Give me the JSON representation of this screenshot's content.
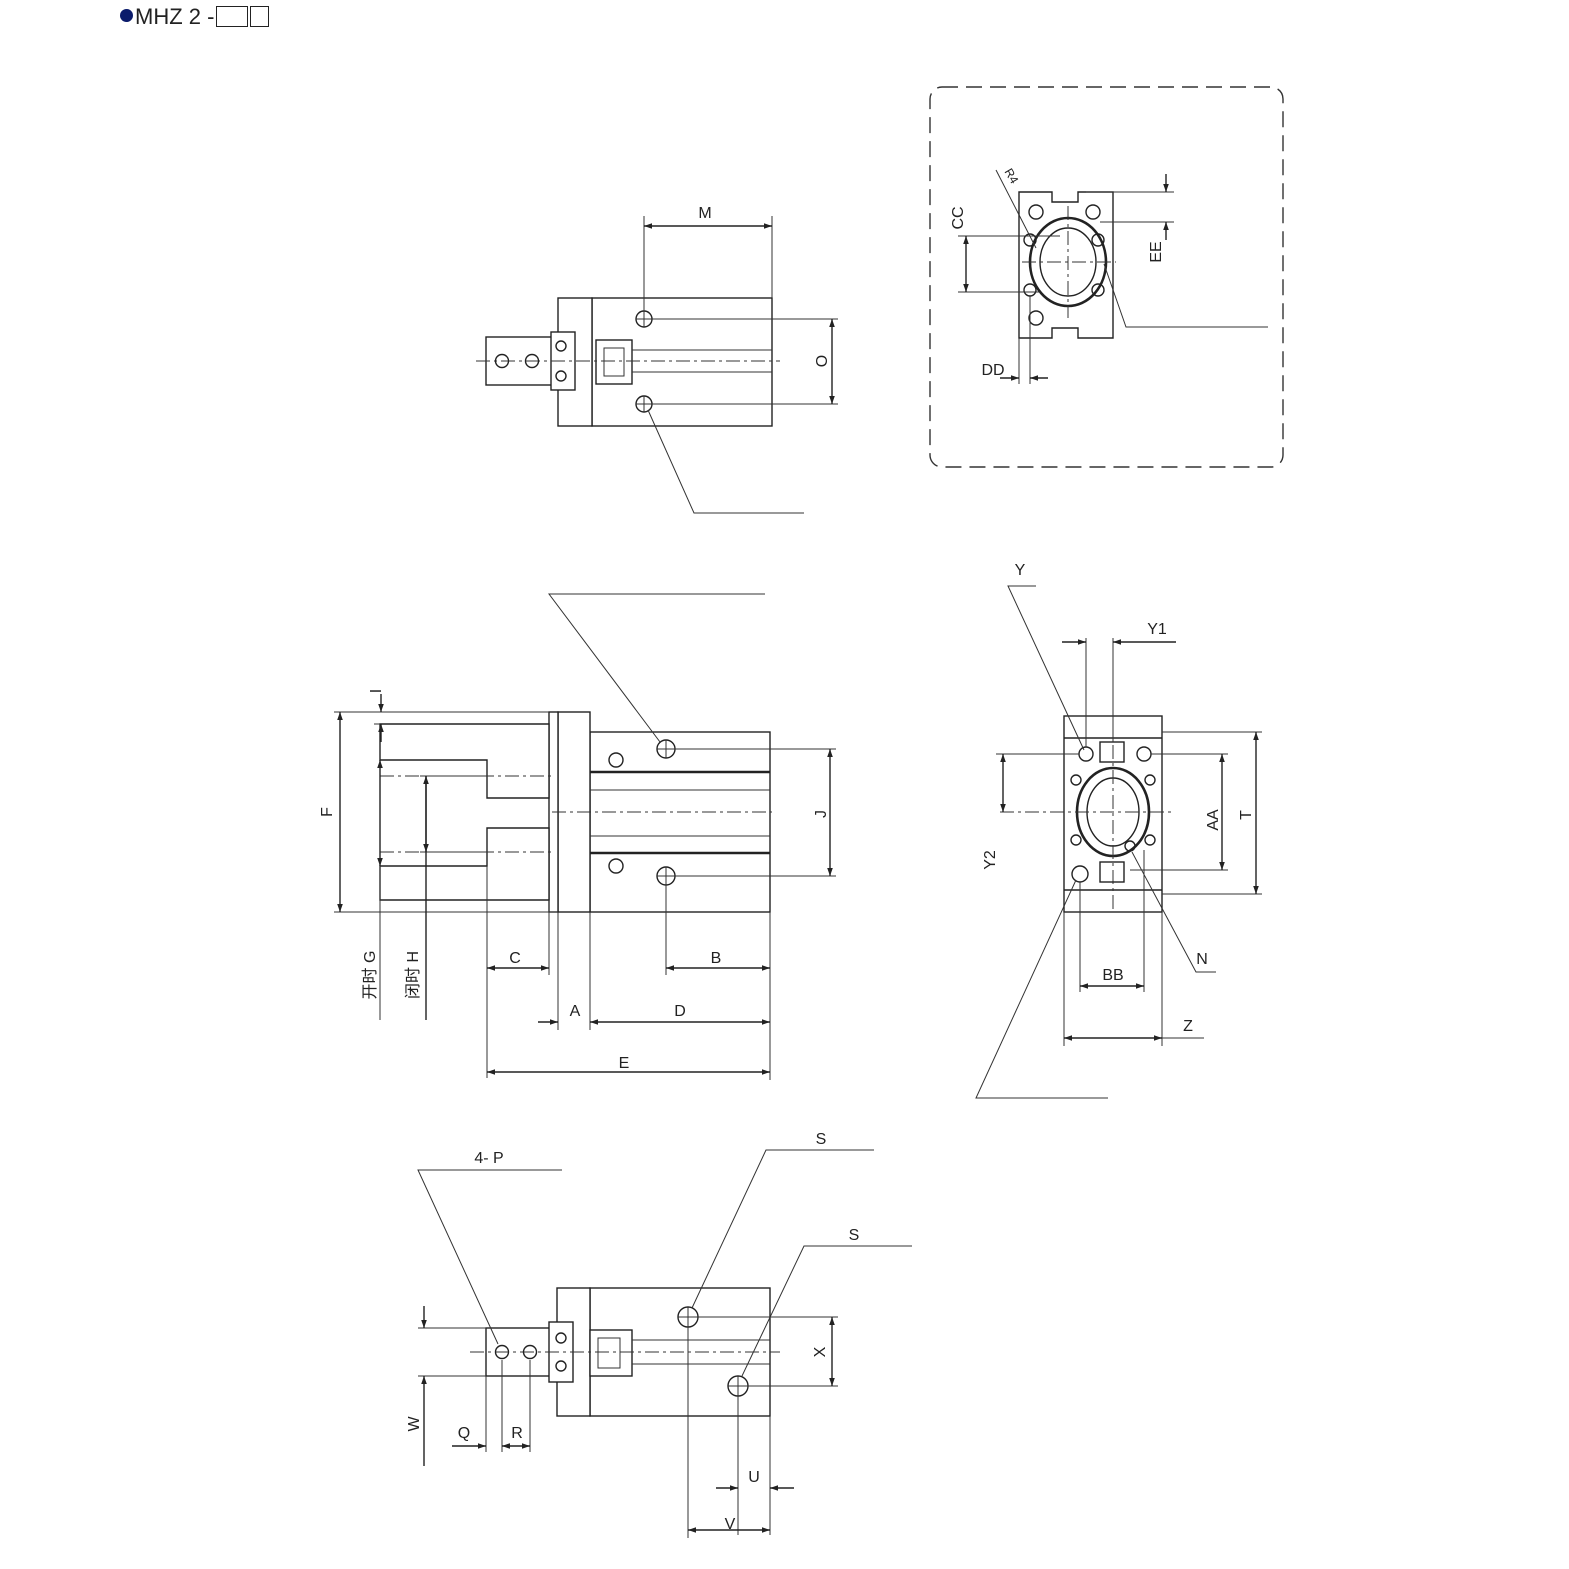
{
  "title": {
    "model": "MHZ 2 -"
  },
  "labels": {
    "M": "M",
    "O": "O",
    "CC": "CC",
    "EE": "EE",
    "DD": "DD",
    "R4": "R4",
    "I": "I",
    "F": "F",
    "J": "J",
    "C": "C",
    "B": "B",
    "A": "A",
    "D": "D",
    "E": "E",
    "G": "开时 G",
    "H": "闭时 H",
    "Y": "Y",
    "Y1": "Y1",
    "Y2": "Y2",
    "AA": "AA",
    "T": "T",
    "N": "N",
    "BB": "BB",
    "Z": "Z",
    "P4": "4- P",
    "S1": "S",
    "S2": "S",
    "X": "X",
    "W": "W",
    "Q": "Q",
    "R": "R",
    "U": "U",
    "V": "V"
  }
}
